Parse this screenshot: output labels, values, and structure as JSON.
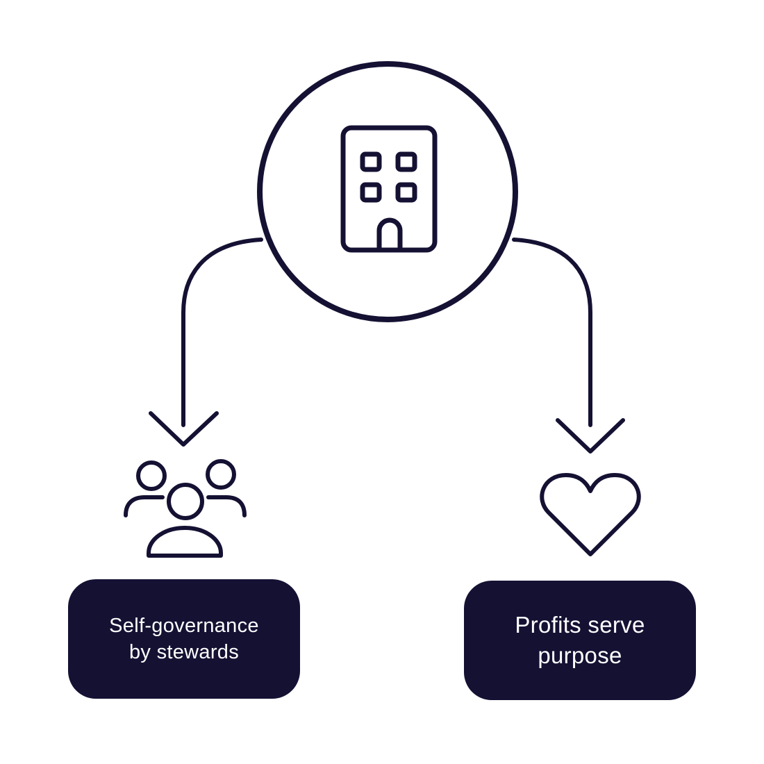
{
  "diagram": {
    "nodes": {
      "center": {
        "icon": "building-icon"
      },
      "left": {
        "icon": "people-group-icon",
        "label_lines": [
          "Self-governance",
          "by stewards"
        ]
      },
      "right": {
        "icon": "heart-icon",
        "label_lines": [
          "Profits serve",
          "purpose"
        ]
      }
    },
    "edges": [
      {
        "from": "center",
        "to": "left"
      },
      {
        "from": "center",
        "to": "right"
      }
    ]
  },
  "colors": {
    "ink": "#141133",
    "background": "#ffffff",
    "label_text": "#ffffff"
  }
}
